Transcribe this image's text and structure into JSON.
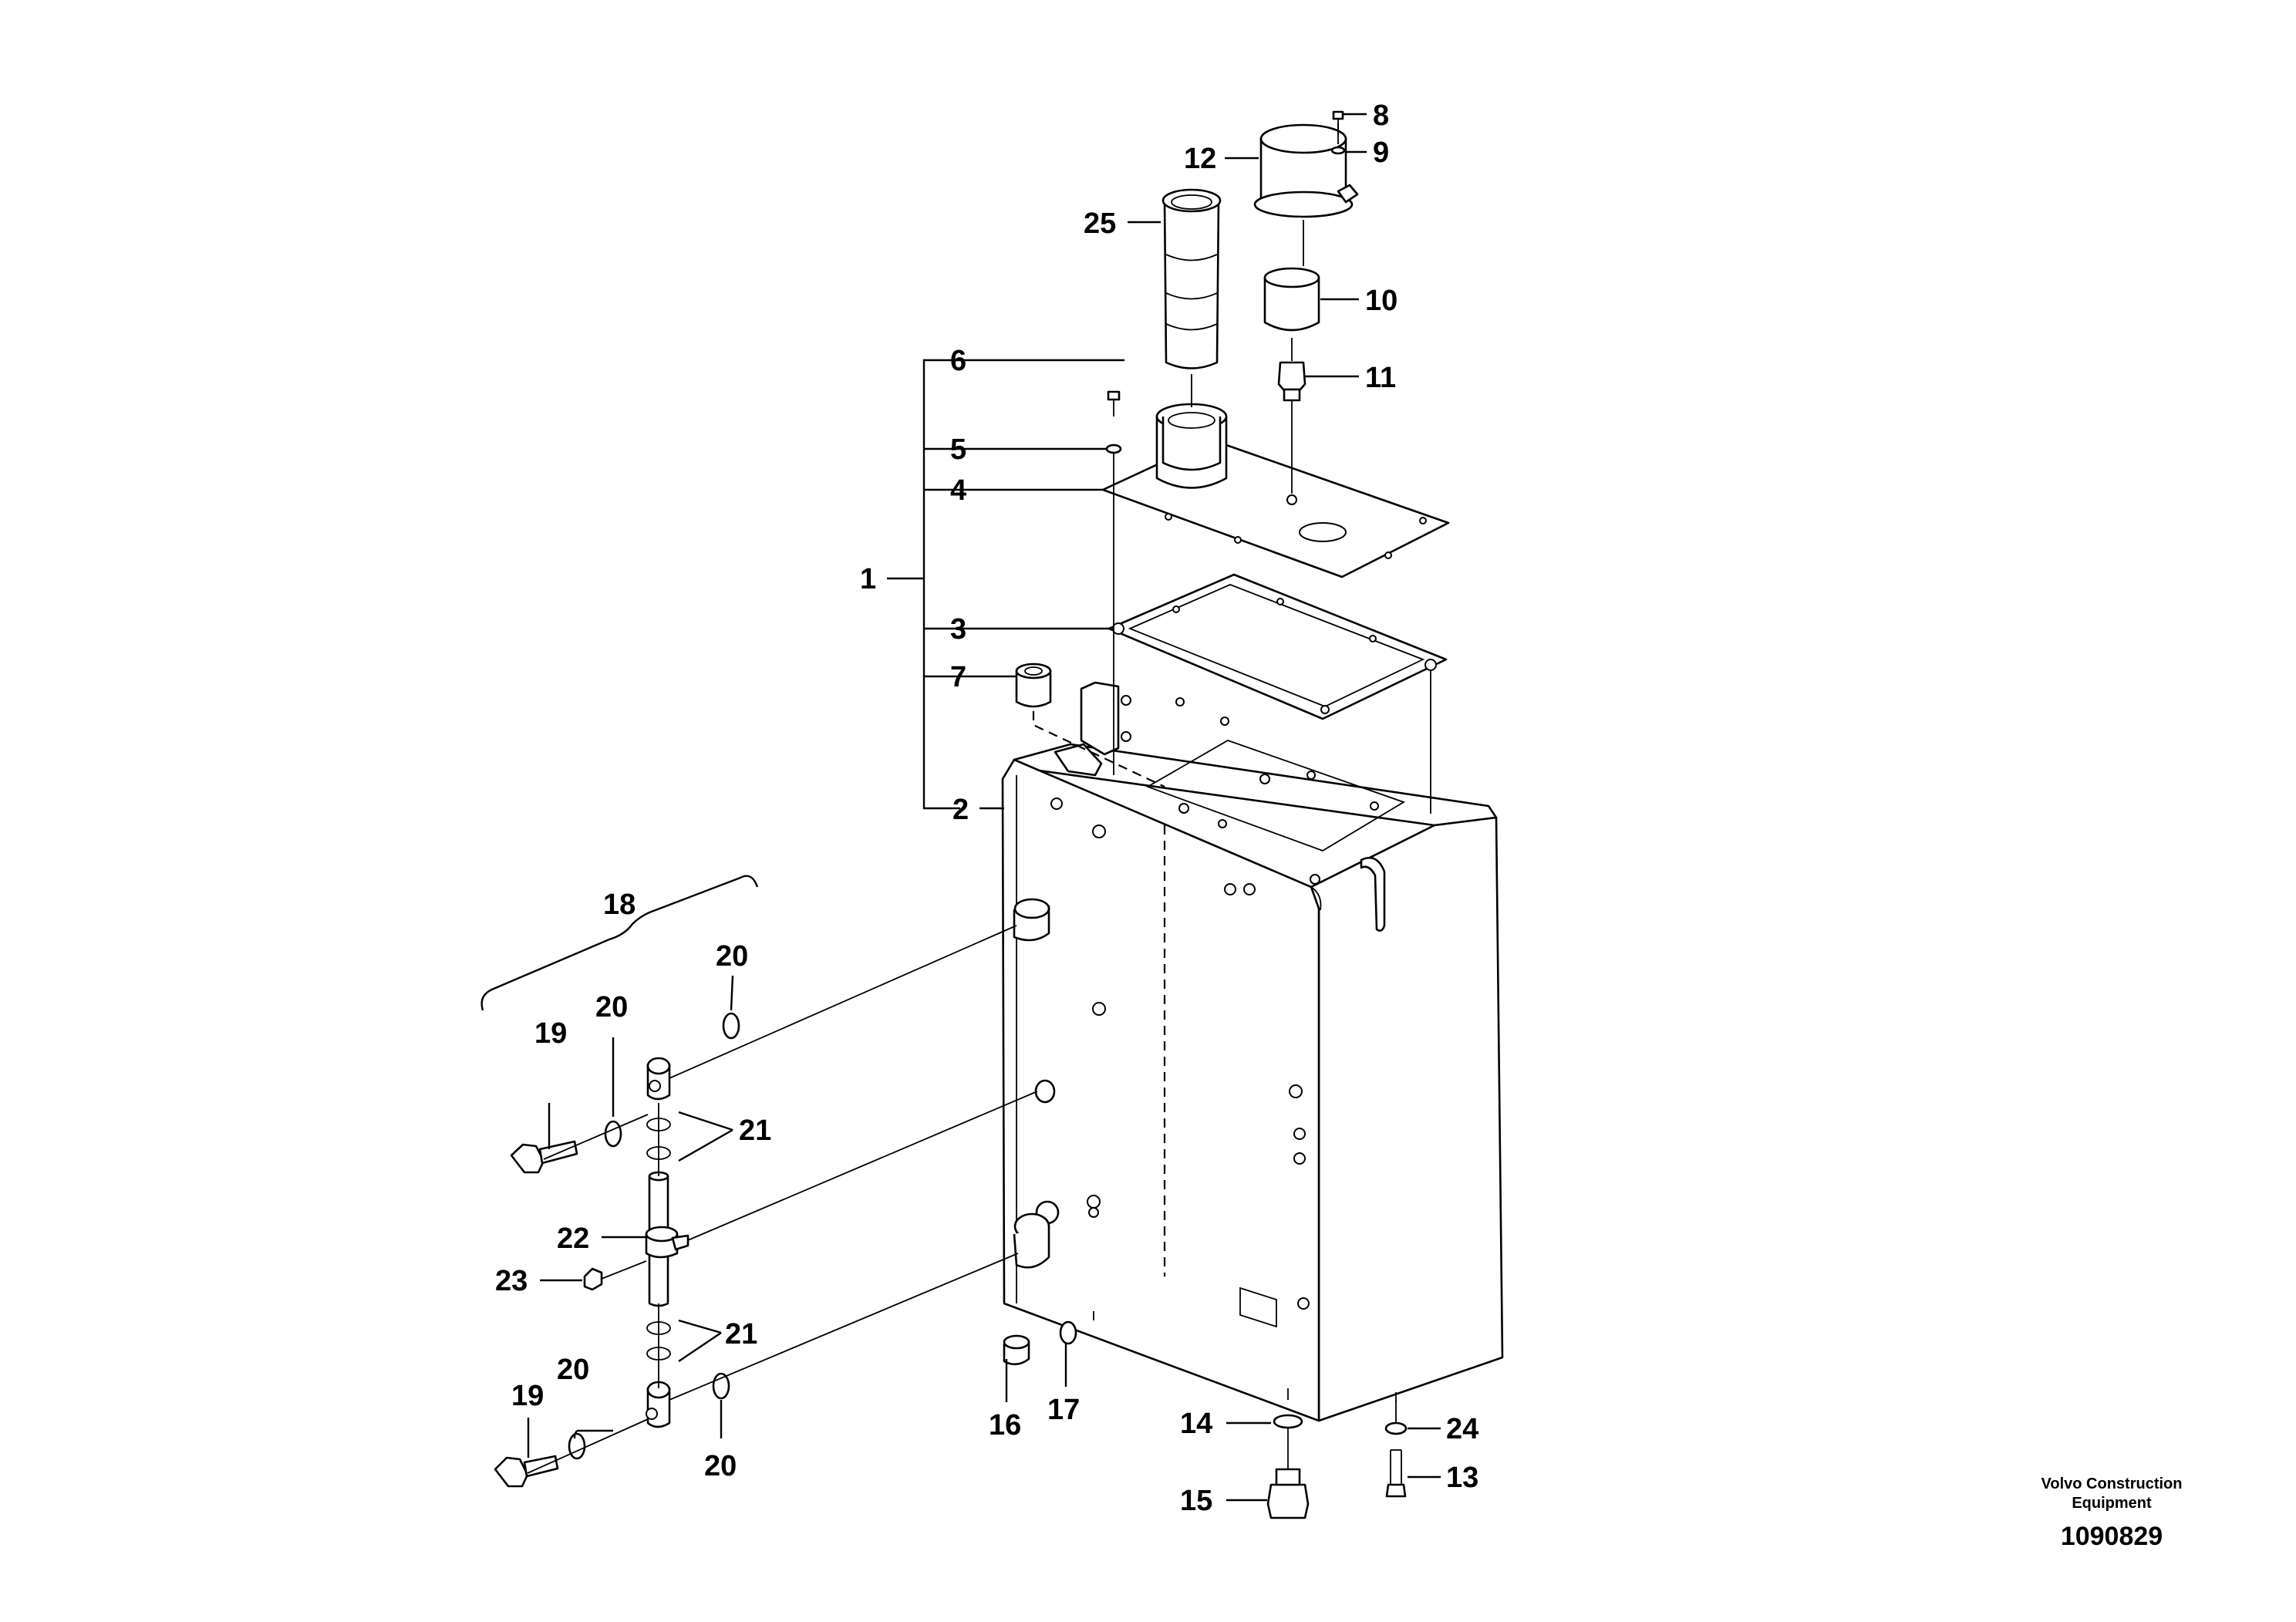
{
  "callouts": {
    "c1": "1",
    "c2": "2",
    "c3": "3",
    "c4": "4",
    "c5": "5",
    "c6": "6",
    "c7": "7",
    "c8": "8",
    "c9": "9",
    "c10": "10",
    "c11": "11",
    "c12": "12",
    "c13": "13",
    "c14": "14",
    "c15": "15",
    "c16": "16",
    "c17": "17",
    "c18": "18",
    "c19a": "19",
    "c19b": "19",
    "c20a": "20",
    "c20b": "20",
    "c20c": "20",
    "c20d": "20",
    "c21a": "21",
    "c21b": "21",
    "c22": "22",
    "c23": "23",
    "c24": "24",
    "c25": "25"
  },
  "brand": {
    "line1": "Volvo Construction",
    "line2": "Equipment"
  },
  "document_number": "1090829"
}
